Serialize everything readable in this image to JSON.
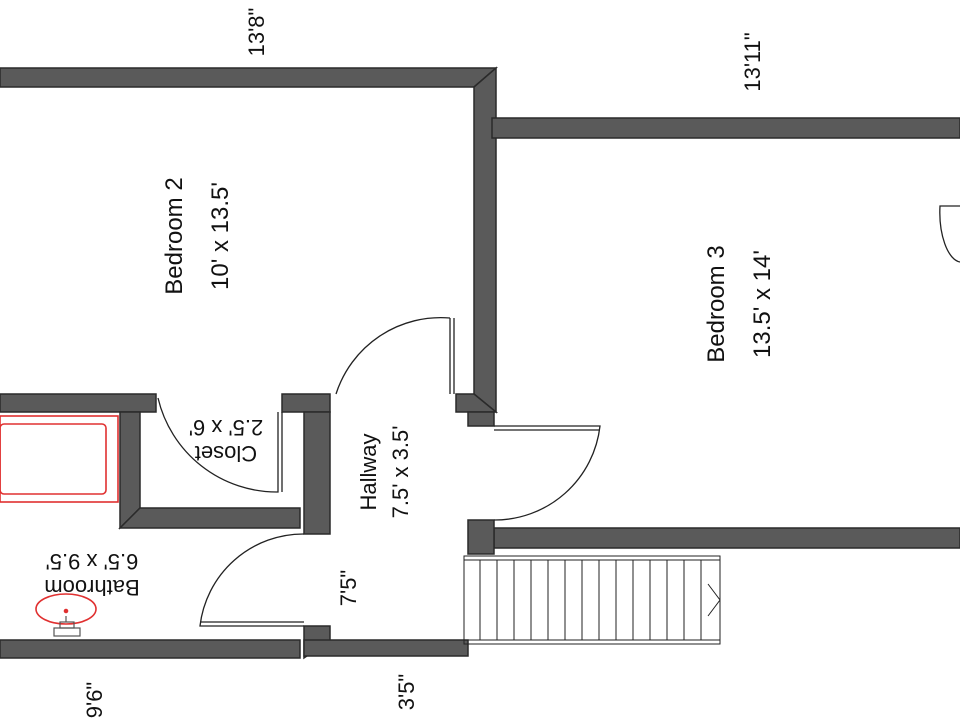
{
  "rooms": {
    "bedroom2": {
      "name": "Bedroom 2",
      "size": "10' x 13.5'"
    },
    "bedroom3": {
      "name": "Bedroom 3",
      "size": "13.5' x 14'"
    },
    "hallway": {
      "name": "Hallway",
      "size": "7.5' x 3.5'"
    },
    "closet": {
      "name": "Closet",
      "size": "2.5' x 6'"
    },
    "bathroom": {
      "name": "Bathroom",
      "size": "6.5' x 9.5'"
    }
  },
  "dimensions": {
    "top_left": "13'8\"",
    "top_right": "13'11\"",
    "bottom_left": "9'6\"",
    "bottom_mid": "3'5\"",
    "hall_length": "7'5\""
  },
  "colors": {
    "wall_fill": "#5a5a5a",
    "wall_edge": "#2a2a2a",
    "fixture": "#e03030",
    "background": "#ffffff"
  }
}
